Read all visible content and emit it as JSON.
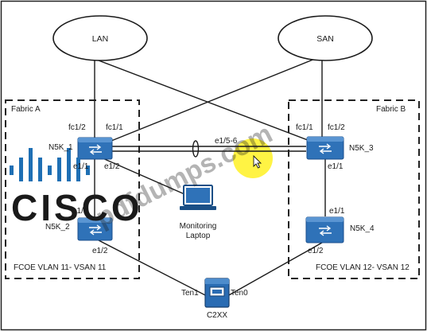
{
  "clouds": {
    "lan": "LAN",
    "san": "SAN"
  },
  "fabrics": {
    "a": {
      "label": "Fabric A",
      "vlan": "FCOE VLAN 11- VSAN 11"
    },
    "b": {
      "label": "Fabric B",
      "vlan": "FCOE VLAN 12- VSAN 12"
    }
  },
  "switches": {
    "n5k_1": "N5K_1",
    "n5k_2": "N5K_2",
    "n5k_3": "N5K_3",
    "n5k_4": "N5K_4"
  },
  "ports": {
    "n5k1_fc12": "fc1/2",
    "n5k1_fc11": "fc1/1",
    "n5k1_e11": "e1/1",
    "n5k1_e12": "e1/2",
    "n5k2_e11": "e1/1",
    "n5k2_e12": "e1/2",
    "n5k3_fc11": "fc1/1",
    "n5k3_fc12": "fc1/2",
    "n5k3_e11": "e1/1",
    "n5k4_e11": "e1/1",
    "n5k4_e12": "e1/2",
    "link_e156": "e1/5-6",
    "c2xx_ten1": "Ten1",
    "c2xx_ten0": "Ten0"
  },
  "devices": {
    "monitoring_laptop_line1": "Monitoring",
    "monitoring_laptop_line2": "Laptop",
    "c2xx": "C2XX"
  },
  "watermark": "pdfdumps.com",
  "logo": "CISCO",
  "colors": {
    "switch": "#2f72b8",
    "switch_dark": "#1b4f8c",
    "logo": "#1e6fb4",
    "highlight": "#fff23a",
    "watermark": "#3f64a8"
  }
}
